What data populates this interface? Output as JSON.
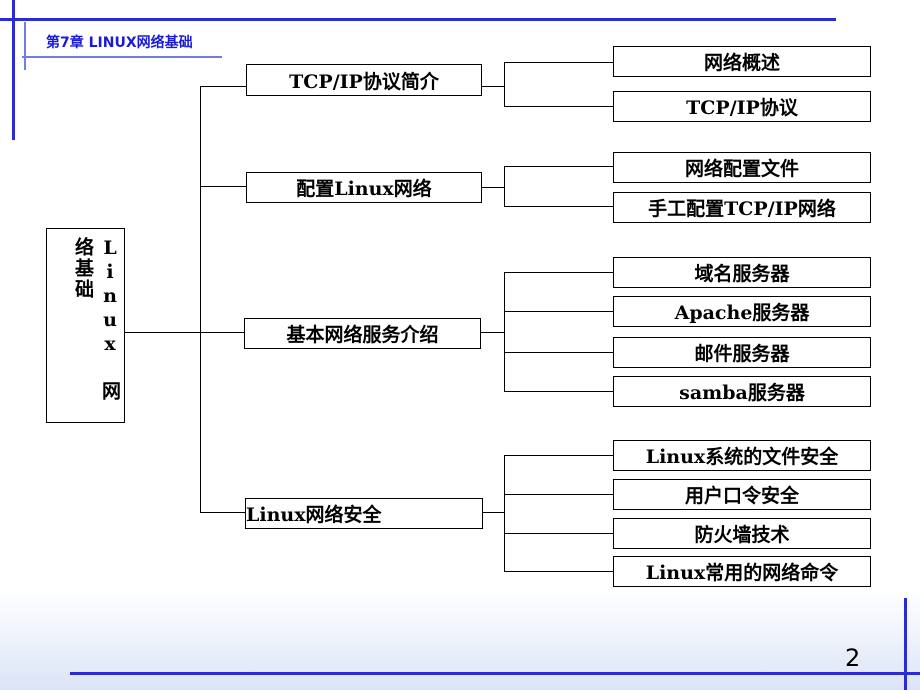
{
  "header": {
    "title": "第7章 LINUX网络基础"
  },
  "root": {
    "label": "Linux  网络基础"
  },
  "branches": [
    {
      "label": "TCP/IP协议简介",
      "children": [
        "网络概述",
        "TCP/IP协议"
      ]
    },
    {
      "label": "配置Linux网络",
      "children": [
        "网络配置文件",
        "手工配置TCP/IP网络"
      ]
    },
    {
      "label": "基本网络服务介绍",
      "children": [
        "域名服务器",
        "Apache服务器",
        "邮件服务器",
        "samba服务器"
      ]
    },
    {
      "label": "Linux网络安全",
      "children": [
        "Linux系统的文件安全",
        "用户口令安全",
        "防火墙技术",
        "Linux常用的网络命令"
      ]
    }
  ],
  "footer": {
    "page_number": "2"
  },
  "colors": {
    "accent": "#2b2bd6",
    "header_text": "#1a1ad8"
  }
}
